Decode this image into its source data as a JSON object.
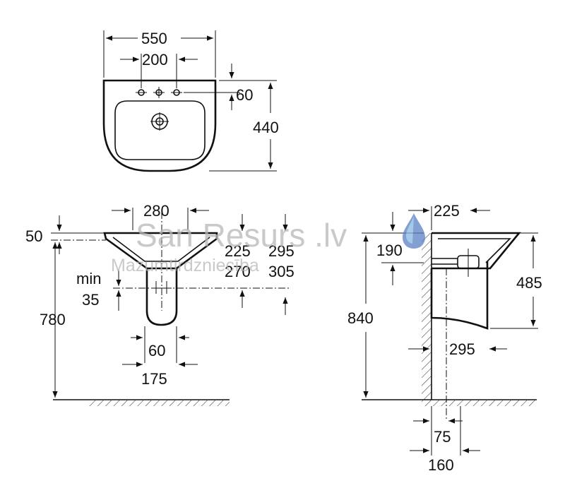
{
  "watermark": {
    "brand": "San Resurs .lv",
    "tagline": "Mazumtirdzniecība"
  },
  "top_view": {
    "width": "550",
    "tap_spacing": "200",
    "tap_offset": "60",
    "depth": "440"
  },
  "front_view": {
    "top_width": "280",
    "rim_thickness": "50",
    "min_label": "min",
    "min_value": "35",
    "dim_a1": "225",
    "dim_a2": "270",
    "dim_b1": "295",
    "dim_b2": "305",
    "height": "780",
    "waste_width": "60",
    "pedestal_base": "175"
  },
  "side_view": {
    "wall_offset": "225",
    "rim_drop": "190",
    "height": "840",
    "basin_height": "485",
    "pedestal_depth": "295",
    "waste_offset": "75",
    "base_depth": "160"
  }
}
